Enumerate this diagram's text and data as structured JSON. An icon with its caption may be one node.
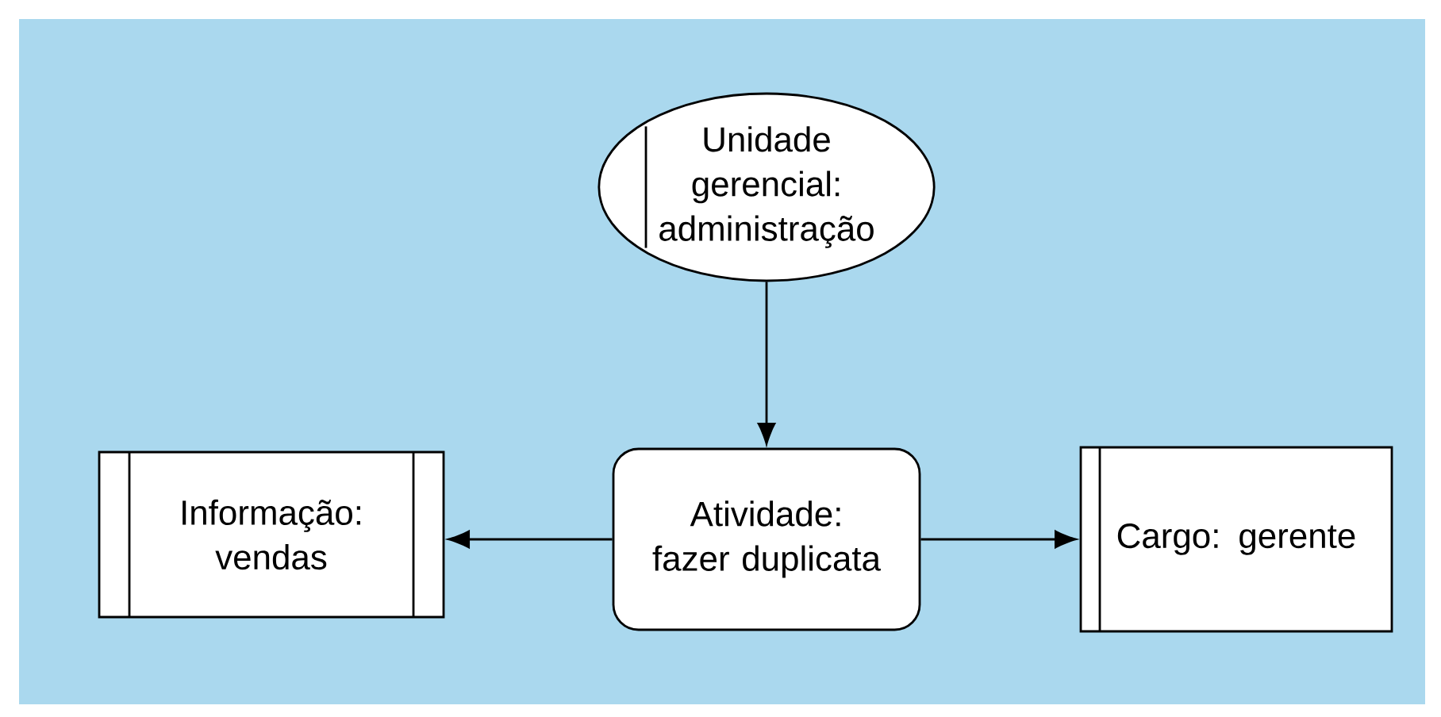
{
  "diagram": {
    "nodes": [
      {
        "text": [
          "Unidade gerencial: administração"
        ]
      },
      {
        "text": [
          "Informação: vendas"
        ]
      },
      {
        "text": [
          "Atividade: fazer duplicata"
        ]
      },
      {
        "text": [
          "Cargo: gerente"
        ]
      }
    ],
    "edges": [
      {
        "from": 0,
        "to": 2,
        "arrow": "to"
      },
      {
        "from": 2,
        "to": 1,
        "arrow": "to"
      },
      {
        "from": 2,
        "to": 3,
        "arrow": "to"
      }
    ]
  }
}
